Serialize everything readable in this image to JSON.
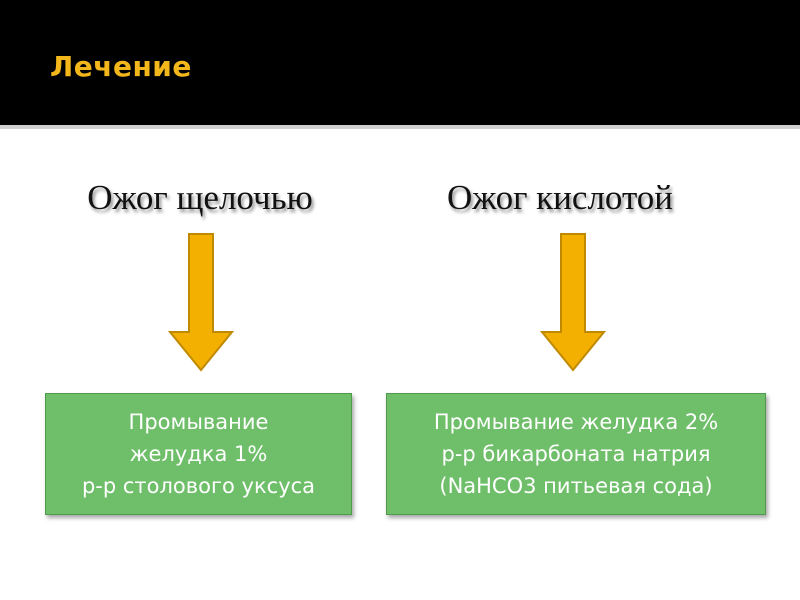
{
  "slide": {
    "title": "Лечение",
    "columns": [
      {
        "heading": "Ожог щелочью",
        "box_lines": [
          "Промывание",
          "желудка 1%",
          "р-р столового уксуса"
        ]
      },
      {
        "heading": "Ожог кислотой",
        "box_lines": [
          "Промывание желудка 2%",
          "р-р бикарбоната натрия",
          "(NaHCO3  питьевая сода)"
        ]
      }
    ]
  },
  "colors": {
    "header_bg": "#000000",
    "title": "#f3b71b",
    "arrow_fill": "#f3b000",
    "arrow_stroke": "#c08a00",
    "box_fill": "#6fbf6a"
  },
  "icons": [
    "down-arrow-icon"
  ]
}
